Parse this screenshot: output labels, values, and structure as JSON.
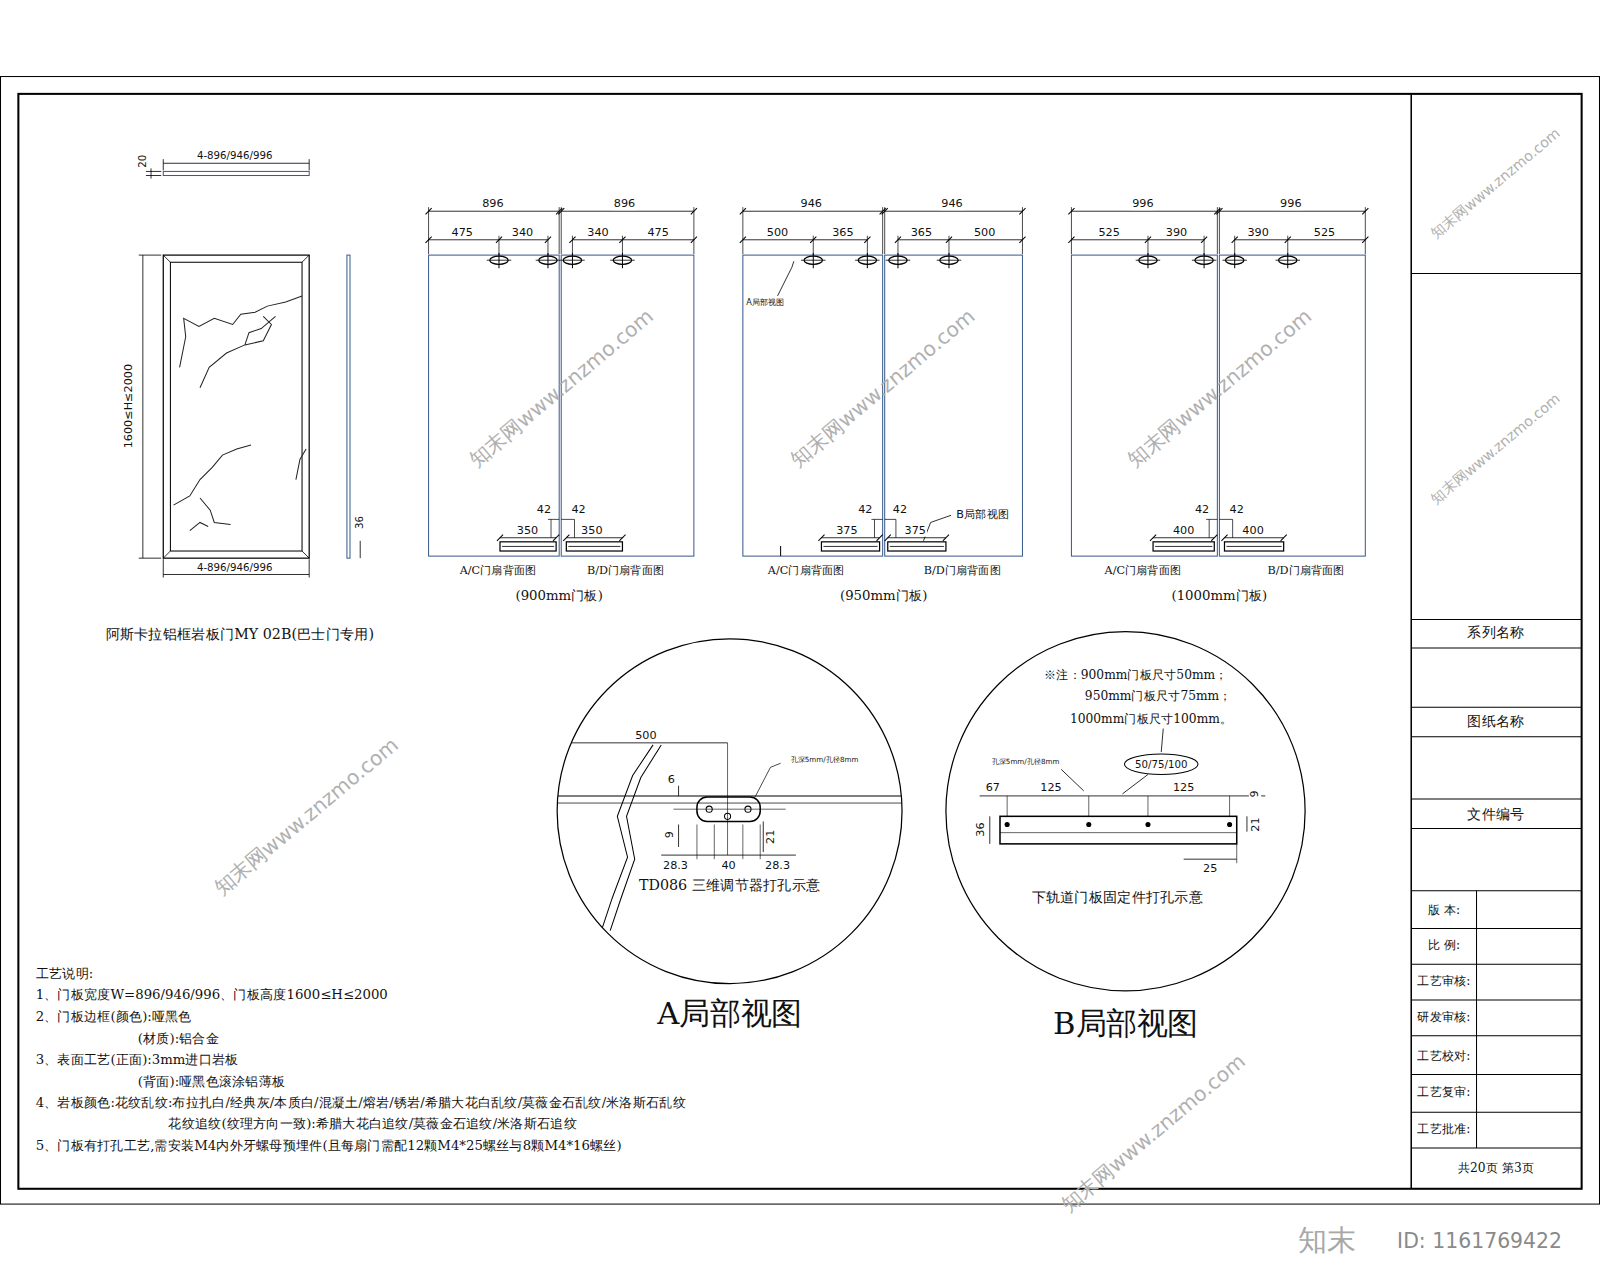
{
  "diagram": {
    "nodes": [
      {
        "text": [
          "TD086 三维调节器打孔示意",
          "A局部视图"
        ]
      },
      {
        "text": [
          "下轨道门板固定件打孔示意",
          "B局部视图"
        ]
      }
    ],
    "labels": [
      "20",
      "4-896/946/996",
      "1600≤H≤2000",
      "36",
      "4-896/946/996",
      "阿斯卡拉铝框岩板门MY 02B(巴士门专用)",
      "896",
      "896",
      "475",
      "340",
      "340",
      "475",
      "42",
      "42",
      "350",
      "350",
      "A/C门扇背面图",
      "B/D门扇背面图",
      "(900mm门板)",
      "946",
      "946",
      "500",
      "365",
      "365",
      "500",
      "A局部视图",
      "42",
      "42",
      "375",
      "375",
      "B局部视图",
      "A/C门扇背面图",
      "B/D门扇背面图",
      "(950mm门板)",
      "996",
      "996",
      "525",
      "390",
      "390",
      "525",
      "42",
      "42",
      "400",
      "400",
      "A/C门扇背面图",
      "B/D门扇背面图",
      "(1000mm门板)",
      "500",
      "孔深5mm/孔径8mm",
      "6",
      "9",
      "21",
      "28.3",
      "40",
      "28.3",
      "※注：900mm门板尺寸50mm；",
      "950mm门板尺寸75mm；",
      "1000mm门板尺寸100mm。",
      "50/75/100",
      "孔深5mm/孔径8mm",
      "67",
      "125",
      "125",
      "9",
      "36",
      "21",
      "25",
      "工艺说明:",
      "1、门板宽度W=896/946/996、门板高度1600≤H≤2000",
      "2、门板边框(颜色):哑黑色",
      "(材质):铝合金",
      "3、表面工艺(正面):3mm进口岩板",
      "(背面):哑黑色滚涂铝薄板",
      "4、岩板颜色:花纹乱纹:布拉扎白/经典灰/本质白/混凝土/熔岩/锈岩/希腊大花白乱纹/莫薇金石乱纹/米洛斯石乱纹",
      "花纹追纹(纹理方向一致):希腊大花白追纹/莫薇金石追纹/米洛斯石追纹",
      "5、门板有打孔工艺,需安装M4内外牙螺母预埋件(且每扇门需配12颗M4*25螺丝与8颗M4*16螺丝)",
      "系列名称",
      "图纸名称",
      "文件编号",
      "版 本:",
      "比 例:",
      "工艺审核:",
      "研发审核:",
      "工艺校对:",
      "工艺复审:",
      "工艺批准:",
      "共20页 第3页",
      "知末网www.znzmo.com",
      "知末网www.znzmo.com",
      "知末网www.znzmo.com",
      "知末网www.znzmo.com",
      "知末网www.znzmo.com",
      "知末网www.znzmo.com",
      "知末网www.znzmo.com",
      "知末",
      "ID: 1161769422"
    ]
  }
}
